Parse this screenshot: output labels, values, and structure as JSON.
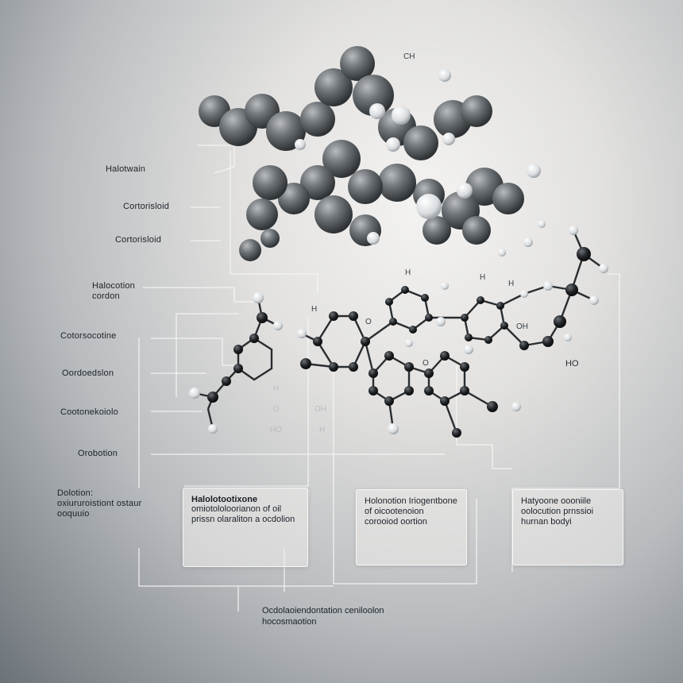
{
  "left_labels": [
    "Halotwain",
    "Cortorisloid",
    "Cortorisloid",
    "Halocotion cordon",
    "Cotorsocotine",
    "Oordoedslon",
    "Cootonekoiolo",
    "Orobotion",
    "Dolotion: oxiururoistiont ostaur ooquuio"
  ],
  "cards": [
    {
      "title": "Halolotootixone",
      "body": "omiotololoorianon of oil prissn olaraliton a ocdolion"
    },
    {
      "title": "",
      "body": "Holonotion Iriogentbone of oicootenoion corooiod oortion"
    },
    {
      "title": "",
      "body": "Hatyoone oooniile oolocution prnssioi hurnan bodyi"
    }
  ],
  "footer": "Ocdolaoiendontation ceniloolon hocosmaotion",
  "atom_labels": [
    "CH",
    "HO",
    "H",
    "H",
    "H",
    "H",
    "O",
    "O",
    "OH",
    "H",
    "HO",
    "H",
    "O",
    "OH"
  ],
  "colors": {
    "atom_dark": "#1c1f22",
    "atom_light": "#e8eaec",
    "sphere": "#5f6468"
  }
}
